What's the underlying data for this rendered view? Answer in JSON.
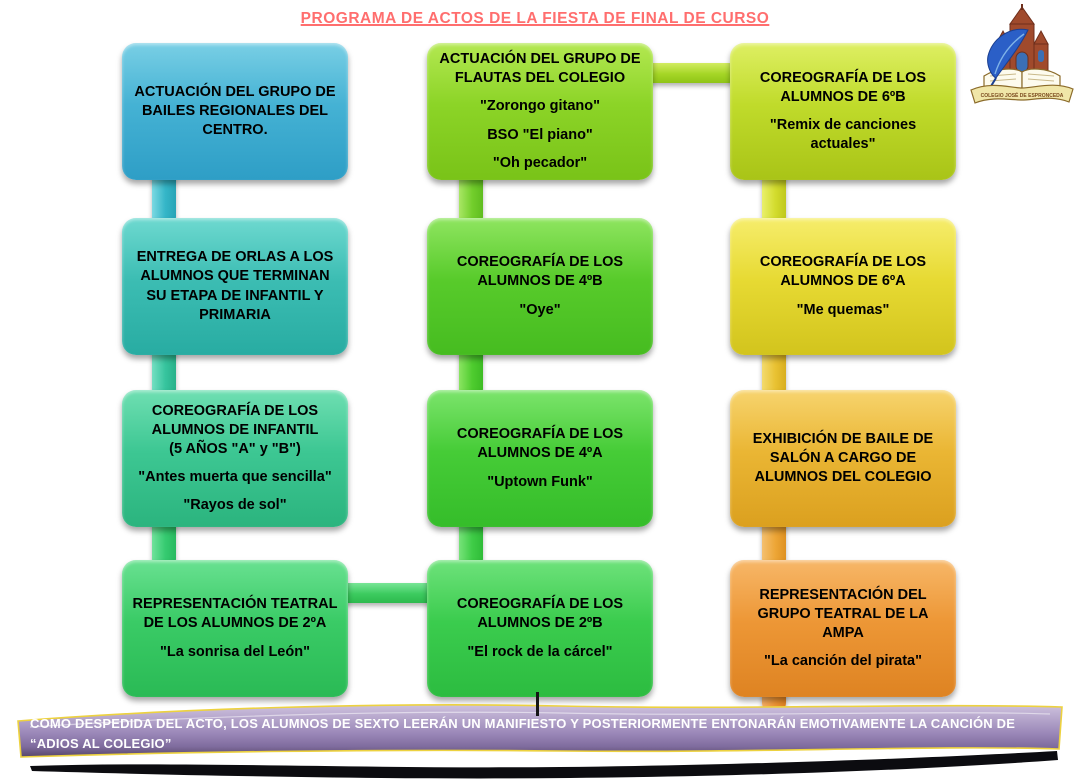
{
  "title": {
    "text": "PROGRAMA DE ACTOS DE LA FIESTA DE FINAL DE CURSO",
    "color": "#ff6e6e"
  },
  "logo": {
    "description": "school-crest-with-cathedral-quill-and-open-book",
    "ribbon_text": "COLEGIO JOSÉ DE ESPRONCEDA"
  },
  "boxes": [
    {
      "id": "bailes-regionales",
      "color": "#45b2d4",
      "heading_lines": [
        "ACTUACIÓN DEL GRUPO DE",
        "BAILES REGIONALES DEL",
        "CENTRO."
      ],
      "song_lines": []
    },
    {
      "id": "entrega-orlas",
      "color": "#3cbdb3",
      "heading_lines": [
        "ENTREGA DE ORLAS A LOS",
        "ALUMNOS QUE TERMINAN",
        "SU ETAPA DE INFANTIL Y",
        "PRIMARIA"
      ],
      "song_lines": []
    },
    {
      "id": "coreografia-infantil",
      "color": "#3dc793",
      "heading_lines": [
        "COREOGRAFÍA DE LOS",
        "ALUMNOS DE INFANTIL",
        "(5 AÑOS \"A\" y \"B\")"
      ],
      "song_lines": [
        [
          "\"Antes muerta que sencilla\""
        ],
        [
          "\"Rayos de sol\""
        ]
      ]
    },
    {
      "id": "teatro-2a",
      "color": "#3acb66",
      "heading_lines": [
        "REPRESENTACIÓN TEATRAL",
        "DE LOS ALUMNOS DE 2ºA"
      ],
      "song_lines": [
        [
          "\"La sonrisa del León\""
        ]
      ]
    },
    {
      "id": "flautas-colegio",
      "color": "#8cd427",
      "heading_lines": [
        "ACTUACIÓN DEL GRUPO DE",
        "FLAUTAS DEL COLEGIO"
      ],
      "song_lines": [
        [
          "\"Zorongo gitano\""
        ],
        [
          "BSO \"El piano\""
        ],
        [
          "\"Oh pecador\""
        ]
      ]
    },
    {
      "id": "coreografia-4b",
      "color": "#58cb2b",
      "heading_lines": [
        "COREOGRAFÍA DE LOS",
        "ALUMNOS DE 4ºB"
      ],
      "song_lines": [
        [
          "\"Oye\""
        ]
      ]
    },
    {
      "id": "coreografia-4a",
      "color": "#46cc37",
      "heading_lines": [
        "COREOGRAFÍA DE LOS",
        "ALUMNOS DE 4ºA"
      ],
      "song_lines": [
        [
          "\"Uptown Funk\""
        ]
      ]
    },
    {
      "id": "coreografia-2b",
      "color": "#3bcc4e",
      "heading_lines": [
        "COREOGRAFÍA DE LOS",
        "ALUMNOS DE 2ºB"
      ],
      "song_lines": [
        [
          "\"El rock de la cárcel\""
        ]
      ]
    },
    {
      "id": "coreografia-6b",
      "color": "#c0db2b",
      "heading_lines": [
        "COREOGRAFÍA DE LOS",
        "ALUMNOS DE 6ºB"
      ],
      "song_lines": [
        [
          "\"Remix de canciones",
          "actuales\""
        ]
      ]
    },
    {
      "id": "coreografia-6a",
      "color": "#e7da33",
      "heading_lines": [
        "COREOGRAFÍA DE LOS",
        "ALUMNOS DE 6ºA"
      ],
      "song_lines": [
        [
          "\"Me quemas\""
        ]
      ]
    },
    {
      "id": "baile-salon",
      "color": "#eab634",
      "heading_lines": [
        "EXHIBICIÓN DE BAILE DE",
        "SALÓN A CARGO DE",
        "ALUMNOS DEL COLEGIO"
      ],
      "song_lines": []
    },
    {
      "id": "teatro-ampa",
      "color": "#ed9736",
      "heading_lines": [
        "REPRESENTACIÓN DEL",
        "GRUPO TEATRAL DE LA",
        "AMPA"
      ],
      "song_lines": [
        [
          "\"La canción del pirata\""
        ]
      ]
    }
  ],
  "banner": {
    "line1": "COMO DESPEDIDA DEL ACTO, LOS ALUMNOS DE SEXTO LEERÁN UN MANIFIESTO Y POSTERIORMENTE ENTONARÁN EMOTIVAMENTE LA CANCIÓN DE",
    "line2": "“ADIOS AL COLEGIO”",
    "fill": "#9a87b8",
    "border": "#edd23f"
  }
}
